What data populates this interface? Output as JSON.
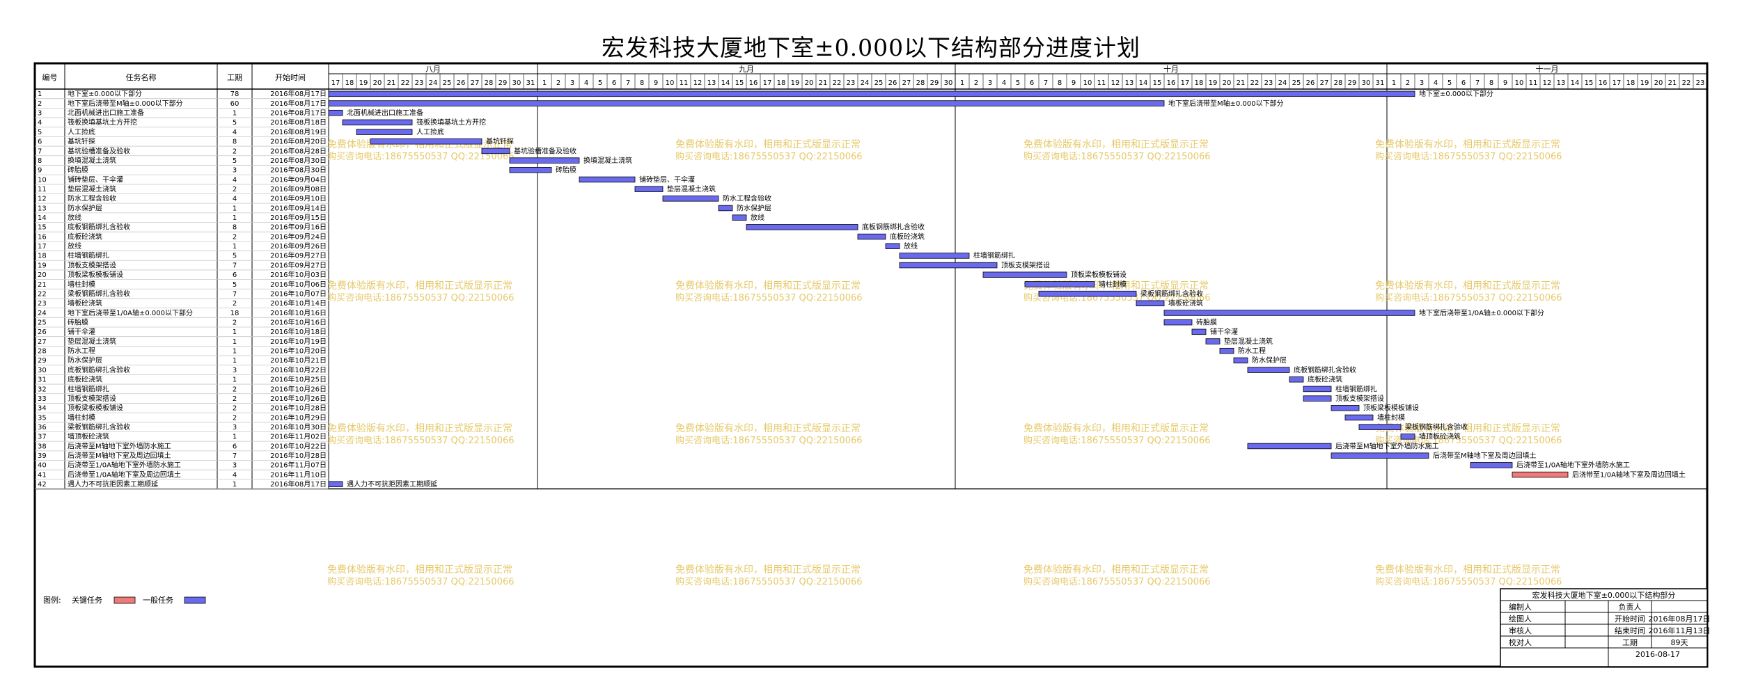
{
  "title": "宏发科技大厦地下室±0.000以下结构部分进度计划",
  "colors": {
    "normal": "#6a6aee",
    "critical": "#f07a7a",
    "watermark": "#e6c96a",
    "grid": "#c8c8c8"
  },
  "table_headers": {
    "no": "编号",
    "name": "任务名称",
    "dur": "工期",
    "start": "开始时间"
  },
  "months": [
    {
      "label": "八月",
      "days": [
        "17",
        "18",
        "19",
        "20",
        "21",
        "22",
        "23",
        "24",
        "25",
        "26",
        "27",
        "28",
        "29",
        "30",
        "31"
      ]
    },
    {
      "label": "九月",
      "days": [
        "1",
        "2",
        "3",
        "4",
        "5",
        "6",
        "7",
        "8",
        "9",
        "10",
        "11",
        "12",
        "13",
        "14",
        "15",
        "16",
        "17",
        "18",
        "19",
        "20",
        "21",
        "22",
        "23",
        "24",
        "25",
        "26",
        "27",
        "28",
        "29",
        "30"
      ]
    },
    {
      "label": "十月",
      "days": [
        "1",
        "2",
        "3",
        "4",
        "5",
        "6",
        "7",
        "8",
        "9",
        "10",
        "11",
        "12",
        "13",
        "14",
        "15",
        "16",
        "17",
        "18",
        "19",
        "20",
        "21",
        "22",
        "23",
        "24",
        "25",
        "26",
        "27",
        "28",
        "29",
        "30",
        "31"
      ]
    },
    {
      "label": "十一月",
      "days": [
        "1",
        "2",
        "3",
        "4",
        "5",
        "6",
        "7",
        "8",
        "9",
        "10",
        "11",
        "12",
        "13",
        "14",
        "15",
        "16",
        "17",
        "18",
        "19",
        "20",
        "21",
        "22",
        "23"
      ]
    }
  ],
  "watermark": {
    "line1": "免费体验版有水印，相用和正式版显示正常",
    "line2": "购买咨询电话:18675550537 QQ:22150066"
  },
  "legend": {
    "label": "图例:",
    "critical": "关键任务",
    "normal": "一般任务"
  },
  "info_box": {
    "title": "宏发科技大厦地下室±0.000以下结构部分",
    "rows": [
      {
        "k1": "编制人",
        "v1": "",
        "k2": "负责人",
        "v2": ""
      },
      {
        "k1": "绘图人",
        "v1": "",
        "k2": "开始时间",
        "v2": "2016年08月17日"
      },
      {
        "k1": "审核人",
        "v1": "",
        "k2": "结束时间",
        "v2": "2016年11月13日"
      },
      {
        "k1": "校对人",
        "v1": "",
        "k2": "工期",
        "v2": "89天"
      }
    ],
    "date": "2016-08-17"
  },
  "chart_data": {
    "type": "gantt",
    "x_range": [
      "2016-08-17",
      "2016-11-23"
    ],
    "tasks": [
      {
        "no": "1",
        "name": "地下室±0.000以下部分",
        "dur": "78",
        "start": "2016年08月17日",
        "label": "地下室±0.000以下部分",
        "critical": false
      },
      {
        "no": "2",
        "name": "地下室后浇带至M轴±0.000以下部分",
        "dur": "60",
        "start": "2016年08月17日",
        "label": "地下室后浇带至M轴±0.000以下部分",
        "critical": false
      },
      {
        "no": "3",
        "name": "北面机械进出口施工准备",
        "dur": "1",
        "start": "2016年08月17日",
        "label": "北面机械进出口施工准备",
        "critical": false
      },
      {
        "no": "4",
        "name": "筏板换填基坑土方开挖",
        "dur": "5",
        "start": "2016年08月18日",
        "label": "筏板换填基坑土方开挖",
        "critical": false
      },
      {
        "no": "5",
        "name": "人工捡底",
        "dur": "4",
        "start": "2016年08月19日",
        "label": "人工捡底",
        "critical": false
      },
      {
        "no": "6",
        "name": "基坑钎探",
        "dur": "8",
        "start": "2016年08月20日",
        "label": "基坑钎探",
        "critical": false
      },
      {
        "no": "7",
        "name": "基坑验槽准备及验收",
        "dur": "2",
        "start": "2016年08月28日",
        "label": "基坑验槽准备及验收",
        "critical": false
      },
      {
        "no": "8",
        "name": "换填混凝土浇筑",
        "dur": "5",
        "start": "2016年08月30日",
        "label": "换填混凝土浇筑",
        "critical": false
      },
      {
        "no": "9",
        "name": "砖胎膜",
        "dur": "3",
        "start": "2016年08月30日",
        "label": "砖胎膜",
        "critical": false
      },
      {
        "no": "10",
        "name": "铺砖垫层、干伞灌",
        "dur": "4",
        "start": "2016年09月04日",
        "label": "铺砖垫层、干伞灌",
        "critical": false
      },
      {
        "no": "11",
        "name": "垫层混凝土浇筑",
        "dur": "2",
        "start": "2016年09月08日",
        "label": "垫层混凝土浇筑",
        "critical": false
      },
      {
        "no": "12",
        "name": "防水工程含验收",
        "dur": "4",
        "start": "2016年09月10日",
        "label": "防水工程含验收",
        "critical": false
      },
      {
        "no": "13",
        "name": "防水保护层",
        "dur": "1",
        "start": "2016年09月14日",
        "label": "防水保护层",
        "critical": false
      },
      {
        "no": "14",
        "name": "放线",
        "dur": "1",
        "start": "2016年09月15日",
        "label": "放线",
        "critical": false
      },
      {
        "no": "15",
        "name": "底板钢筋绑扎含验收",
        "dur": "8",
        "start": "2016年09月16日",
        "label": "底板钢筋绑扎含验收",
        "critical": false
      },
      {
        "no": "16",
        "name": "底板砼浇筑",
        "dur": "2",
        "start": "2016年09月24日",
        "label": "底板砼浇筑",
        "critical": false
      },
      {
        "no": "17",
        "name": "放线",
        "dur": "1",
        "start": "2016年09月26日",
        "label": "放线",
        "critical": false
      },
      {
        "no": "18",
        "name": "柱墙钢筋绑扎",
        "dur": "5",
        "start": "2016年09月27日",
        "label": "柱墙钢筋绑扎",
        "critical": false
      },
      {
        "no": "19",
        "name": "顶板支模架搭设",
        "dur": "7",
        "start": "2016年09月27日",
        "label": "顶板支模架搭设",
        "critical": false
      },
      {
        "no": "20",
        "name": "顶板梁板模板铺设",
        "dur": "6",
        "start": "2016年10月03日",
        "label": "顶板梁板模板铺设",
        "critical": false
      },
      {
        "no": "21",
        "name": "墙柱封模",
        "dur": "5",
        "start": "2016年10月06日",
        "label": "墙柱封模",
        "critical": false
      },
      {
        "no": "22",
        "name": "梁板钢筋绑扎含验收",
        "dur": "7",
        "start": "2016年10月07日",
        "label": "梁板钢筋绑扎含验收",
        "critical": false
      },
      {
        "no": "23",
        "name": "墙板砼浇筑",
        "dur": "2",
        "start": "2016年10月14日",
        "label": "墙板砼浇筑",
        "critical": false
      },
      {
        "no": "24",
        "name": "地下室后浇带至1/0A轴±0.000以下部分",
        "dur": "18",
        "start": "2016年10月16日",
        "label": "地下室后浇带至1/0A轴±0.000以下部分",
        "critical": false
      },
      {
        "no": "25",
        "name": "砖胎膜",
        "dur": "2",
        "start": "2016年10月16日",
        "label": "砖胎膜",
        "critical": false
      },
      {
        "no": "26",
        "name": "铺干伞灌",
        "dur": "1",
        "start": "2016年10月18日",
        "label": "铺干伞灌",
        "critical": false
      },
      {
        "no": "27",
        "name": "垫层混凝土浇筑",
        "dur": "1",
        "start": "2016年10月19日",
        "label": "垫层混凝土浇筑",
        "critical": false
      },
      {
        "no": "28",
        "name": "防水工程",
        "dur": "1",
        "start": "2016年10月20日",
        "label": "防水工程",
        "critical": false
      },
      {
        "no": "29",
        "name": "防水保护层",
        "dur": "1",
        "start": "2016年10月21日",
        "label": "防水保护层",
        "critical": false
      },
      {
        "no": "30",
        "name": "底板钢筋绑扎含验收",
        "dur": "3",
        "start": "2016年10月22日",
        "label": "底板钢筋绑扎含验收",
        "critical": false
      },
      {
        "no": "31",
        "name": "底板砼浇筑",
        "dur": "1",
        "start": "2016年10月25日",
        "label": "底板砼浇筑",
        "critical": false
      },
      {
        "no": "32",
        "name": "柱墙钢筋绑扎",
        "dur": "2",
        "start": "2016年10月26日",
        "label": "柱墙钢筋绑扎",
        "critical": false
      },
      {
        "no": "33",
        "name": "顶板支模架搭设",
        "dur": "2",
        "start": "2016年10月26日",
        "label": "顶板支模架搭设",
        "critical": false
      },
      {
        "no": "34",
        "name": "顶板梁板模板铺设",
        "dur": "2",
        "start": "2016年10月28日",
        "label": "顶板梁板模板铺设",
        "critical": false
      },
      {
        "no": "35",
        "name": "墙柱封模",
        "dur": "2",
        "start": "2016年10月29日",
        "label": "墙柱封模",
        "critical": false
      },
      {
        "no": "36",
        "name": "梁板钢筋绑扎含验收",
        "dur": "3",
        "start": "2016年10月30日",
        "label": "梁板钢筋绑扎含验收",
        "critical": false
      },
      {
        "no": "37",
        "name": "墙顶板砼浇筑",
        "dur": "1",
        "start": "2016年11月02日",
        "label": "墙顶板砼浇筑",
        "critical": false
      },
      {
        "no": "38",
        "name": "后浇带至M轴地下室外墙防水施工",
        "dur": "6",
        "start": "2016年10月22日",
        "label": "后浇带至M轴地下室外墙防水施工",
        "critical": false
      },
      {
        "no": "39",
        "name": "后浇带至M轴地下室及周边回填土",
        "dur": "7",
        "start": "2016年10月28日",
        "label": "后浇带至M轴地下室及周边回填土",
        "critical": false
      },
      {
        "no": "40",
        "name": "后浇带至1/0A轴地下室外墙防水施工",
        "dur": "3",
        "start": "2016年11月07日",
        "label": "后浇带至1/0A轴地下室外墙防水施工",
        "critical": false
      },
      {
        "no": "41",
        "name": "后浇带至1/0A轴地下室及周边回填土",
        "dur": "4",
        "start": "2016年11月10日",
        "label": "后浇带至1/0A轴地下室及周边回填土",
        "critical": true
      },
      {
        "no": "42",
        "name": "遇人力不可抗拒因素工期顺延",
        "dur": "1",
        "start": "2016年08月17日",
        "label": "遇人力不可抗拒因素工期顺延",
        "critical": false
      }
    ]
  }
}
